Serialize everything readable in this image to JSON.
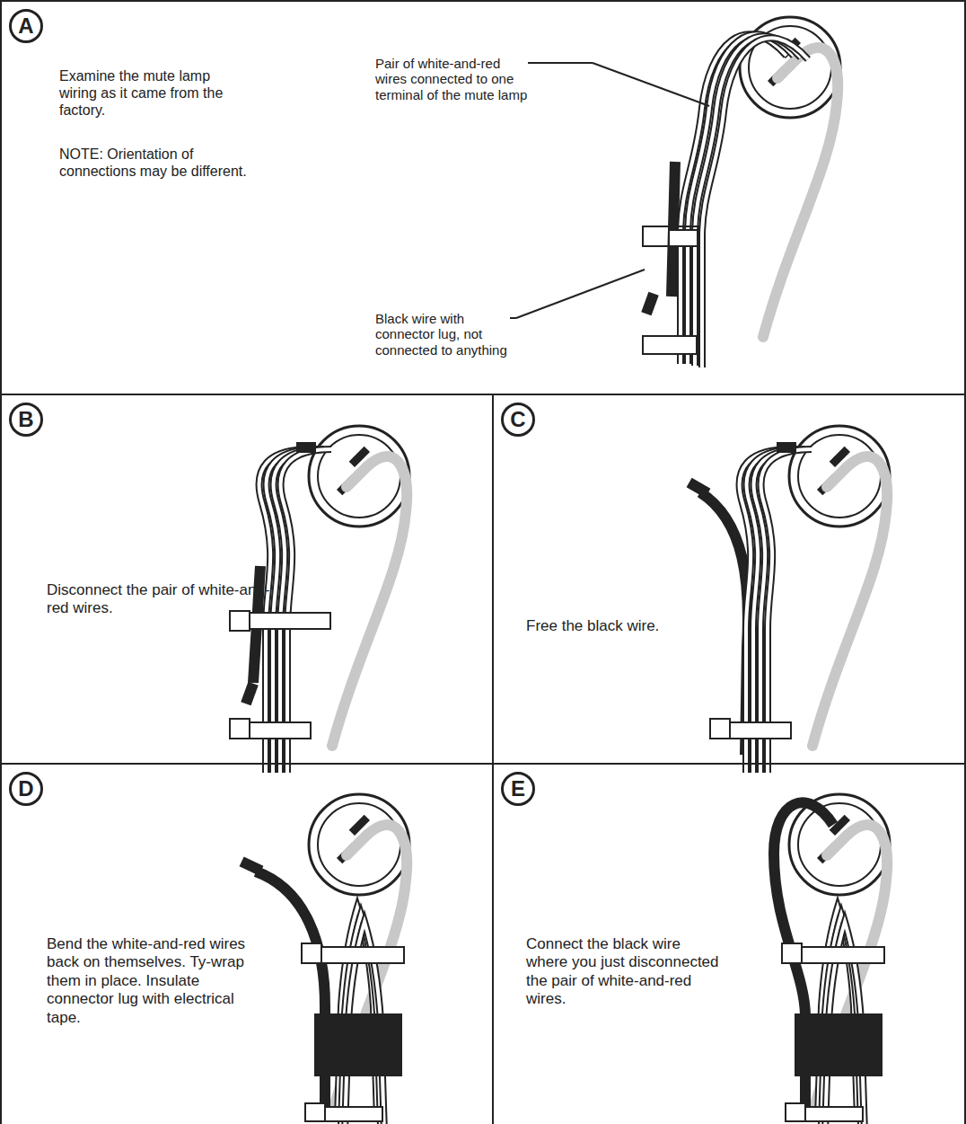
{
  "diagram": {
    "nodes": [
      {
        "text": [
          "Examine the mute lamp wiring as it came from the factory.",
          "NOTE: Orientation of connections may be different."
        ]
      },
      {
        "text": [
          "A"
        ],
        "in": 0
      },
      {
        "text": [
          "Disconnect the pair of white-and-red wires."
        ]
      },
      {
        "text": [
          "B"
        ],
        "in": 2
      },
      {
        "text": [
          "Free the black wire."
        ]
      },
      {
        "text": [
          "C"
        ],
        "in": 4
      },
      {
        "text": [
          "Bend the white-and-red wires back on themselves. Ty-wrap them in place. Insulate connector lug with electrical tape."
        ]
      },
      {
        "text": [
          "D"
        ],
        "in": 6
      },
      {
        "text": [
          "Connect the black wire where you just disconnected the pair of white-and-red wires."
        ]
      },
      {
        "text": [
          "E"
        ],
        "in": 8
      }
    ],
    "labels": [
      "Pair of white-and-red wires connected to one terminal of the mute lamp",
      "Black wire with connector lug, not connected to anything"
    ]
  }
}
